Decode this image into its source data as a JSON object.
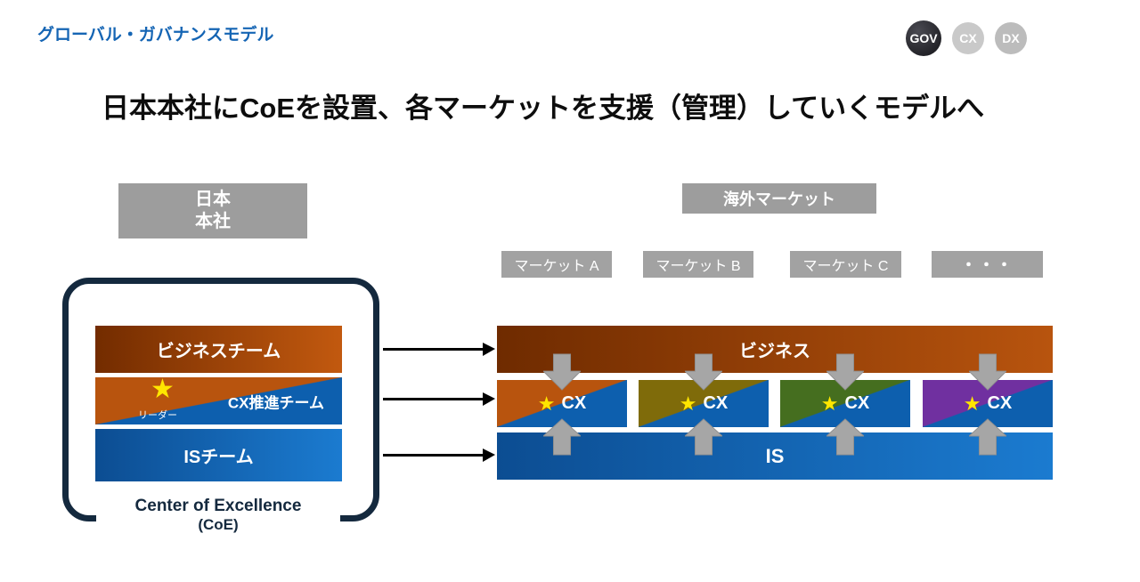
{
  "header": {
    "title": "グローバル・ガバナンスモデル",
    "badges": [
      {
        "label": "GOV",
        "active": true
      },
      {
        "label": "CX",
        "active": false
      },
      {
        "label": "DX",
        "active": false
      }
    ]
  },
  "headline": "日本本社にCoEを設置、各マーケットを支援（管理）していくモデルへ",
  "coe": {
    "hq_line1": "日本",
    "hq_line2": "本社",
    "business_team": "ビジネスチーム",
    "leader_star": "★",
    "leader_label": "リーダー",
    "cx_team": "CX推進チーム",
    "is_team": "ISチーム",
    "caption_line1": "Center of Excellence",
    "caption_line2": "(CoE)"
  },
  "overseas": {
    "title": "海外マーケット",
    "markets": [
      "マーケット A",
      "マーケット B",
      "マーケット C",
      "・・・"
    ],
    "business_label": "ビジネス",
    "cx_units": [
      {
        "star": "★",
        "label": "CX",
        "accent": "#b8540e"
      },
      {
        "star": "★",
        "label": "CX",
        "accent": "#7f6b0a"
      },
      {
        "star": "★",
        "label": "CX",
        "accent": "#456e1f"
      },
      {
        "star": "★",
        "label": "CX",
        "accent": "#7030a0"
      }
    ],
    "is_label": "IS"
  },
  "colors": {
    "title_blue": "#1565b4",
    "navy_frame": "#14293e",
    "gray_box": "#9d9d9d",
    "arrow_gray": "#a6a6a6",
    "orange_dark": "#732c00",
    "orange": "#c2590f",
    "blue_dark": "#0c4d92",
    "blue": "#1b7bd0",
    "star_yellow": "#ffe600"
  }
}
